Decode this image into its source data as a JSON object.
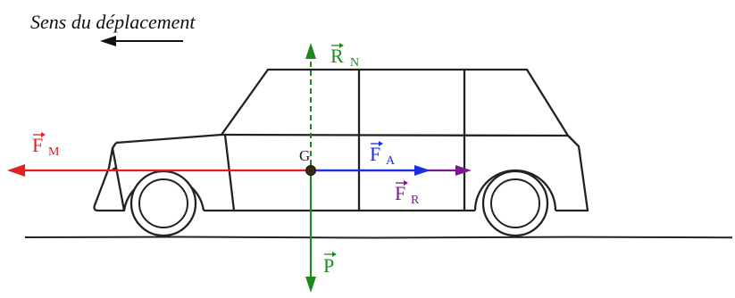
{
  "caption": "Sens du déplacement",
  "center_of_gravity": "G",
  "forces": {
    "motor": {
      "symbol": "F",
      "subscript": "M",
      "color": "#e02020"
    },
    "air": {
      "symbol": "F",
      "subscript": "A",
      "color": "#1a2fe0"
    },
    "rolling": {
      "symbol": "F",
      "subscript": "R",
      "color": "#7a1a8c"
    },
    "normal": {
      "symbol": "R",
      "subscript": "N",
      "color": "#1c8a1c"
    },
    "weight": {
      "symbol": "P",
      "subscript": "",
      "color": "#1c8a1c"
    }
  },
  "colors": {
    "outline": "#222222",
    "text": "#111111"
  }
}
